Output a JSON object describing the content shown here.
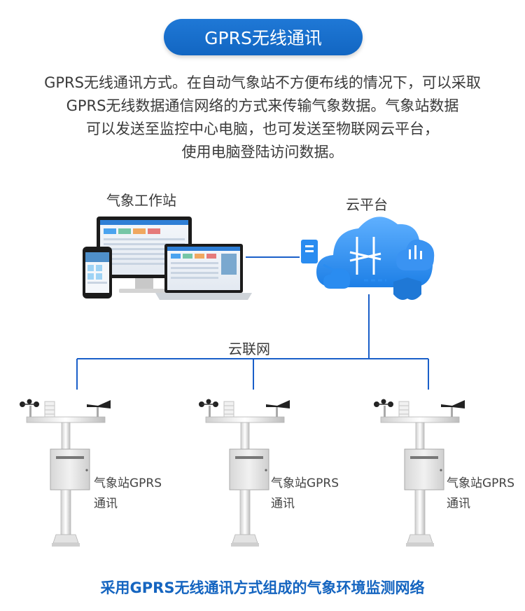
{
  "header": {
    "title": "GPRS无线通讯"
  },
  "intro": {
    "lines": [
      "GPRS无线通讯方式。在自动气象站不方便布线的情况下，可以采取",
      "GPRS无线数据通信网络的方式来传输气象数据。气象站数据",
      "可以发送至监控中心电脑，也可发送至物联网云平台，",
      "使用电脑登陆访问数据。"
    ]
  },
  "diagram": {
    "workstation_label": "气象工作站",
    "cloud_label": "云平台",
    "network_label": "云联网",
    "stations": [
      {
        "label_line1": "气象站GPRS",
        "label_line2": "通讯"
      },
      {
        "label_line1": "气象站GPRS",
        "label_line2": "通讯"
      },
      {
        "label_line1": "气象站GPRS",
        "label_line2": "通讯"
      }
    ],
    "colors": {
      "line": "#1a5fc9",
      "accent": "#1f78d6",
      "cloud": "#2a8cf0"
    },
    "icons": [
      "desktop-monitor-icon",
      "laptop-icon",
      "smartphone-icon",
      "cloud-platform-icon",
      "weather-station-icon"
    ]
  },
  "footer": {
    "caption": "采用GPRS无线通讯方式组成的气象环境监测网络"
  }
}
